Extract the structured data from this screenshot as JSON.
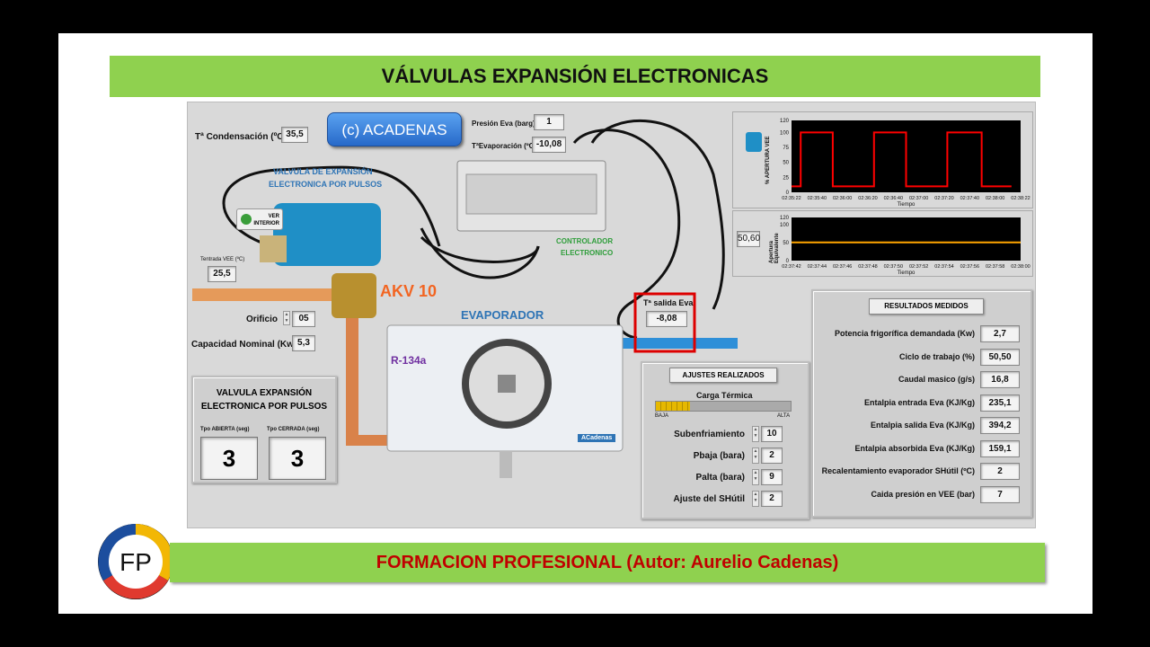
{
  "title": "VÁLVULAS EXPANSIÓN ELECTRONICAS",
  "footer": "FORMACION PROFESIONAL  (Autor: Aurelio Cadenas)",
  "logo_text": "FP",
  "brand_button": "(c) ACADENAS",
  "inputs": {
    "t_condensacion_label": "Tª Condensación (ºC)",
    "t_condensacion": "35,5",
    "presion_eva_label": "Presión Eva (barg)",
    "presion_eva": "1",
    "t_evaporacion_label": "TªEvaporación (ºC)",
    "t_evaporacion": "-10,08",
    "t_entrada_vee_label": "Tentrada VEE (ºC)",
    "t_entrada_vee": "25,5",
    "orificio_label": "Orificio",
    "orificio": "05",
    "capacidad_label": "Capacidad Nominal (Kw)",
    "capacidad": "5,3",
    "t_salida_eva_label": "Tª salida Eva",
    "t_salida_eva": "-8,08"
  },
  "labels": {
    "valve_title_1": "VALVULA DE EXPANSIÓN",
    "valve_title_2": "ELECTRONICA POR PULSOS",
    "ver_interior_1": "VER",
    "ver_interior_2": "INTERIOR",
    "akv": "AKV 10",
    "evaporador": "EVAPORADOR",
    "refrigerant": "R-134a",
    "evap_brand": "ACadenas",
    "controller_1": "CONTROLADOR",
    "controller_2": "ELECTRONICO"
  },
  "pulse_panel": {
    "title_1": "VALVULA EXPANSIÓN",
    "title_2": "ELECTRONICA POR PULSOS",
    "open_label": "Tpo ABIERTA (seg)",
    "open_value": "3",
    "closed_label": "Tpo CERRADA (seg)",
    "closed_value": "3"
  },
  "adjustments": {
    "title": "AJUSTES REALIZADOS",
    "load_label": "Carga Térmica",
    "load_low": "BAJA",
    "load_high": "ALTA",
    "load_fraction": 0.25,
    "rows": [
      {
        "label": "Subenfriamiento",
        "value": "10"
      },
      {
        "label": "Pbaja (bara)",
        "value": "2"
      },
      {
        "label": "Palta (bara)",
        "value": "9"
      },
      {
        "label": "Ajuste del SHútil",
        "value": "2"
      }
    ]
  },
  "results": {
    "title": "RESULTADOS MEDIDOS",
    "rows": [
      {
        "label": "Potencia frigorífica demandada (Kw)",
        "value": "2,7"
      },
      {
        "label": "Ciclo de trabajo (%)",
        "value": "50,50"
      },
      {
        "label": "Caudal masico (g/s)",
        "value": "16,8"
      },
      {
        "label": "Entalpia entrada Eva (KJ/Kg)",
        "value": "235,1"
      },
      {
        "label": "Entalpia salida Eva (KJ/Kg)",
        "value": "394,2"
      },
      {
        "label": "Entalpia absorbida Eva (KJ/Kg)",
        "value": "159,1"
      },
      {
        "label": "Recalentamiento evaporador SHútil (ºC)",
        "value": "2"
      },
      {
        "label": "Caida presión en VEE (bar)",
        "value": "7"
      }
    ]
  },
  "chart_data": [
    {
      "type": "line",
      "ylabel": "% APERTURA VEE",
      "xlabel": "Tiempo",
      "ylim": [
        0,
        120
      ],
      "yticks": [
        "120",
        "100",
        "75",
        "50",
        "25",
        "0"
      ],
      "xticks": [
        "02:35:22",
        "02:35:40",
        "02:36:00",
        "02:36:20",
        "02:36:40",
        "02:37:00",
        "02:37:20",
        "02:37:40",
        "02:38:00",
        "02:38:22"
      ],
      "series": [
        {
          "values": [
            [
              0,
              10
            ],
            [
              4,
              10
            ],
            [
              4,
              100
            ],
            [
              18,
              100
            ],
            [
              18,
              10
            ],
            [
              36,
              10
            ],
            [
              36,
              100
            ],
            [
              50,
              100
            ],
            [
              50,
              10
            ],
            [
              68,
              10
            ],
            [
              68,
              100
            ],
            [
              83,
              100
            ],
            [
              83,
              10
            ],
            [
              96,
              10
            ]
          ],
          "color": "#ff0000"
        }
      ]
    },
    {
      "type": "line",
      "ylabel": "Apertura Equivalente",
      "xlabel": "Tiempo",
      "ylim": [
        0,
        120
      ],
      "yticks": [
        "120",
        "100",
        "50",
        "0"
      ],
      "xticks": [
        "02:37:42",
        "02:37:44",
        "02:37:46",
        "02:37:48",
        "02:37:50",
        "02:37:52",
        "02:37:54",
        "02:37:56",
        "02:37:58",
        "02:38:00"
      ],
      "readout": "50,60",
      "series": [
        {
          "values": [
            [
              0,
              50.6
            ],
            [
              100,
              50.6
            ]
          ],
          "color": "#ffa500"
        }
      ]
    }
  ],
  "colors": {
    "banner": "#8fd14f",
    "footer_text": "#c00000",
    "accent_blue": "#2e74b5",
    "refrigerant": "#7030a0",
    "akv": "#f26522"
  }
}
